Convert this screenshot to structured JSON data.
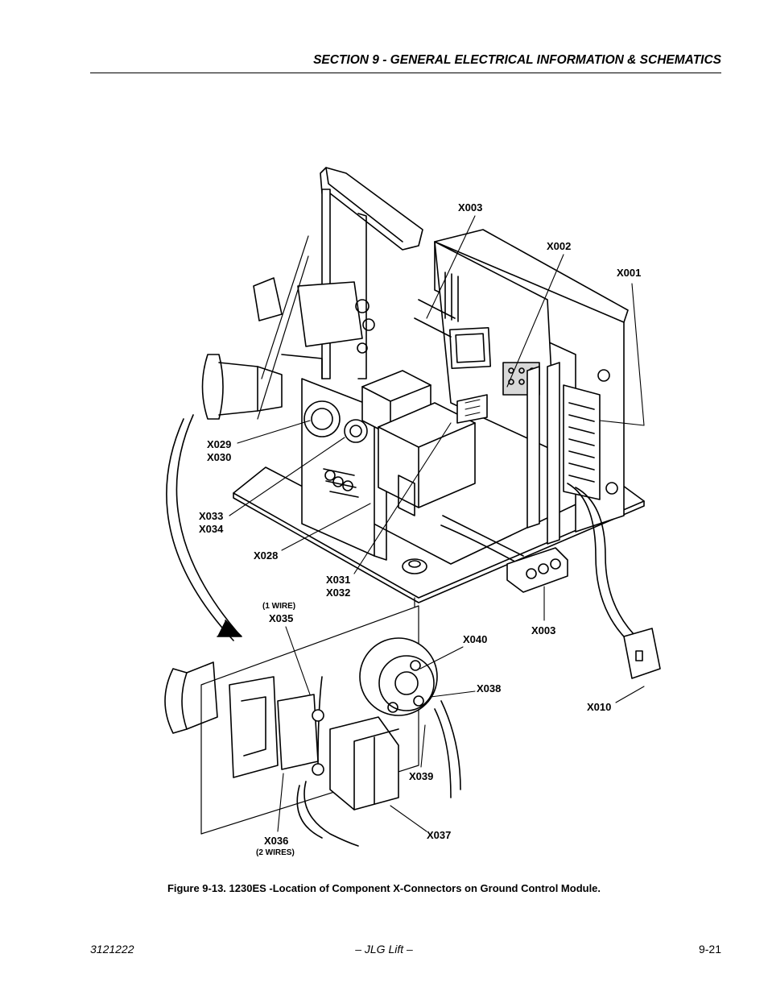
{
  "header": {
    "section_title": "SECTION 9 - GENERAL ELECTRICAL INFORMATION & SCHEMATICS"
  },
  "callouts": {
    "x003_top": "X003",
    "x002": "X002",
    "x001": "X001",
    "x029": "X029",
    "x030": "X030",
    "x033": "X033",
    "x034": "X034",
    "x028": "X028",
    "x031": "X031",
    "x032": "X032",
    "x003_bottom": "X003",
    "x035_note": "(1 WIRE)",
    "x035": "X035",
    "x040": "X040",
    "x038": "X038",
    "x010": "X010",
    "x039": "X039",
    "x036": "X036",
    "x036_note": "(2 WIRES)",
    "x037": "X037"
  },
  "caption": "Figure 9-13.  1230ES -Location of Component X-Connectors on Ground Control Module.",
  "footer": {
    "doc_number": "3121222",
    "publisher": "– JLG Lift –",
    "page_number": "9-21"
  }
}
